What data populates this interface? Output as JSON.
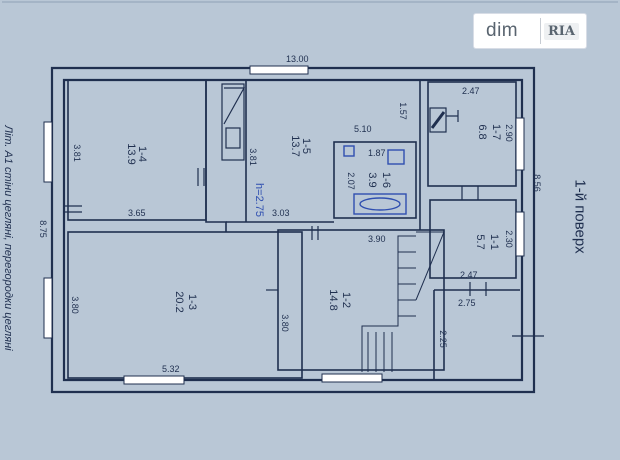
{
  "logo": {
    "left": "dim",
    "right": "RIA"
  },
  "floor_title": "1-й поверх",
  "side_note": "Літ. А1 стіни цегляні, перегородки цегляні",
  "rooms": {
    "r14": {
      "name": "1-4",
      "area": "13.9"
    },
    "r15": {
      "name": "1-5",
      "area": "13.7"
    },
    "r16": {
      "name": "1-6",
      "area": "3.9"
    },
    "r17": {
      "name": "1-7",
      "area": "6.8"
    },
    "r13": {
      "name": "1-3",
      "area": "20.2"
    },
    "r12": {
      "name": "1-2",
      "area": "14.8"
    },
    "r11": {
      "name": "1-1",
      "area": "5.7"
    }
  },
  "dims": {
    "d_1300": "13.00",
    "d_875": "8.75",
    "d_856": "8.56",
    "d_381a": "3.81",
    "d_381b": "3.81",
    "d_365": "3.65",
    "d_510": "5.10",
    "d_157": "1.57",
    "d_187": "1.87",
    "d_207": "2.07",
    "d_303": "3.03",
    "d_h275": "h=2.75",
    "d_247a": "2.47",
    "d_290": "2.90",
    "d_390": "3.90",
    "d_230": "2.30",
    "d_247b": "2.47",
    "d_275": "2.75",
    "d_225": "2.25",
    "d_380a": "3.80",
    "d_380b": "3.80",
    "d_532": "5.32"
  },
  "colors": {
    "paper": "#b9c7d6",
    "ink": "#1f2f4f",
    "pen": "#2f4fb0"
  }
}
